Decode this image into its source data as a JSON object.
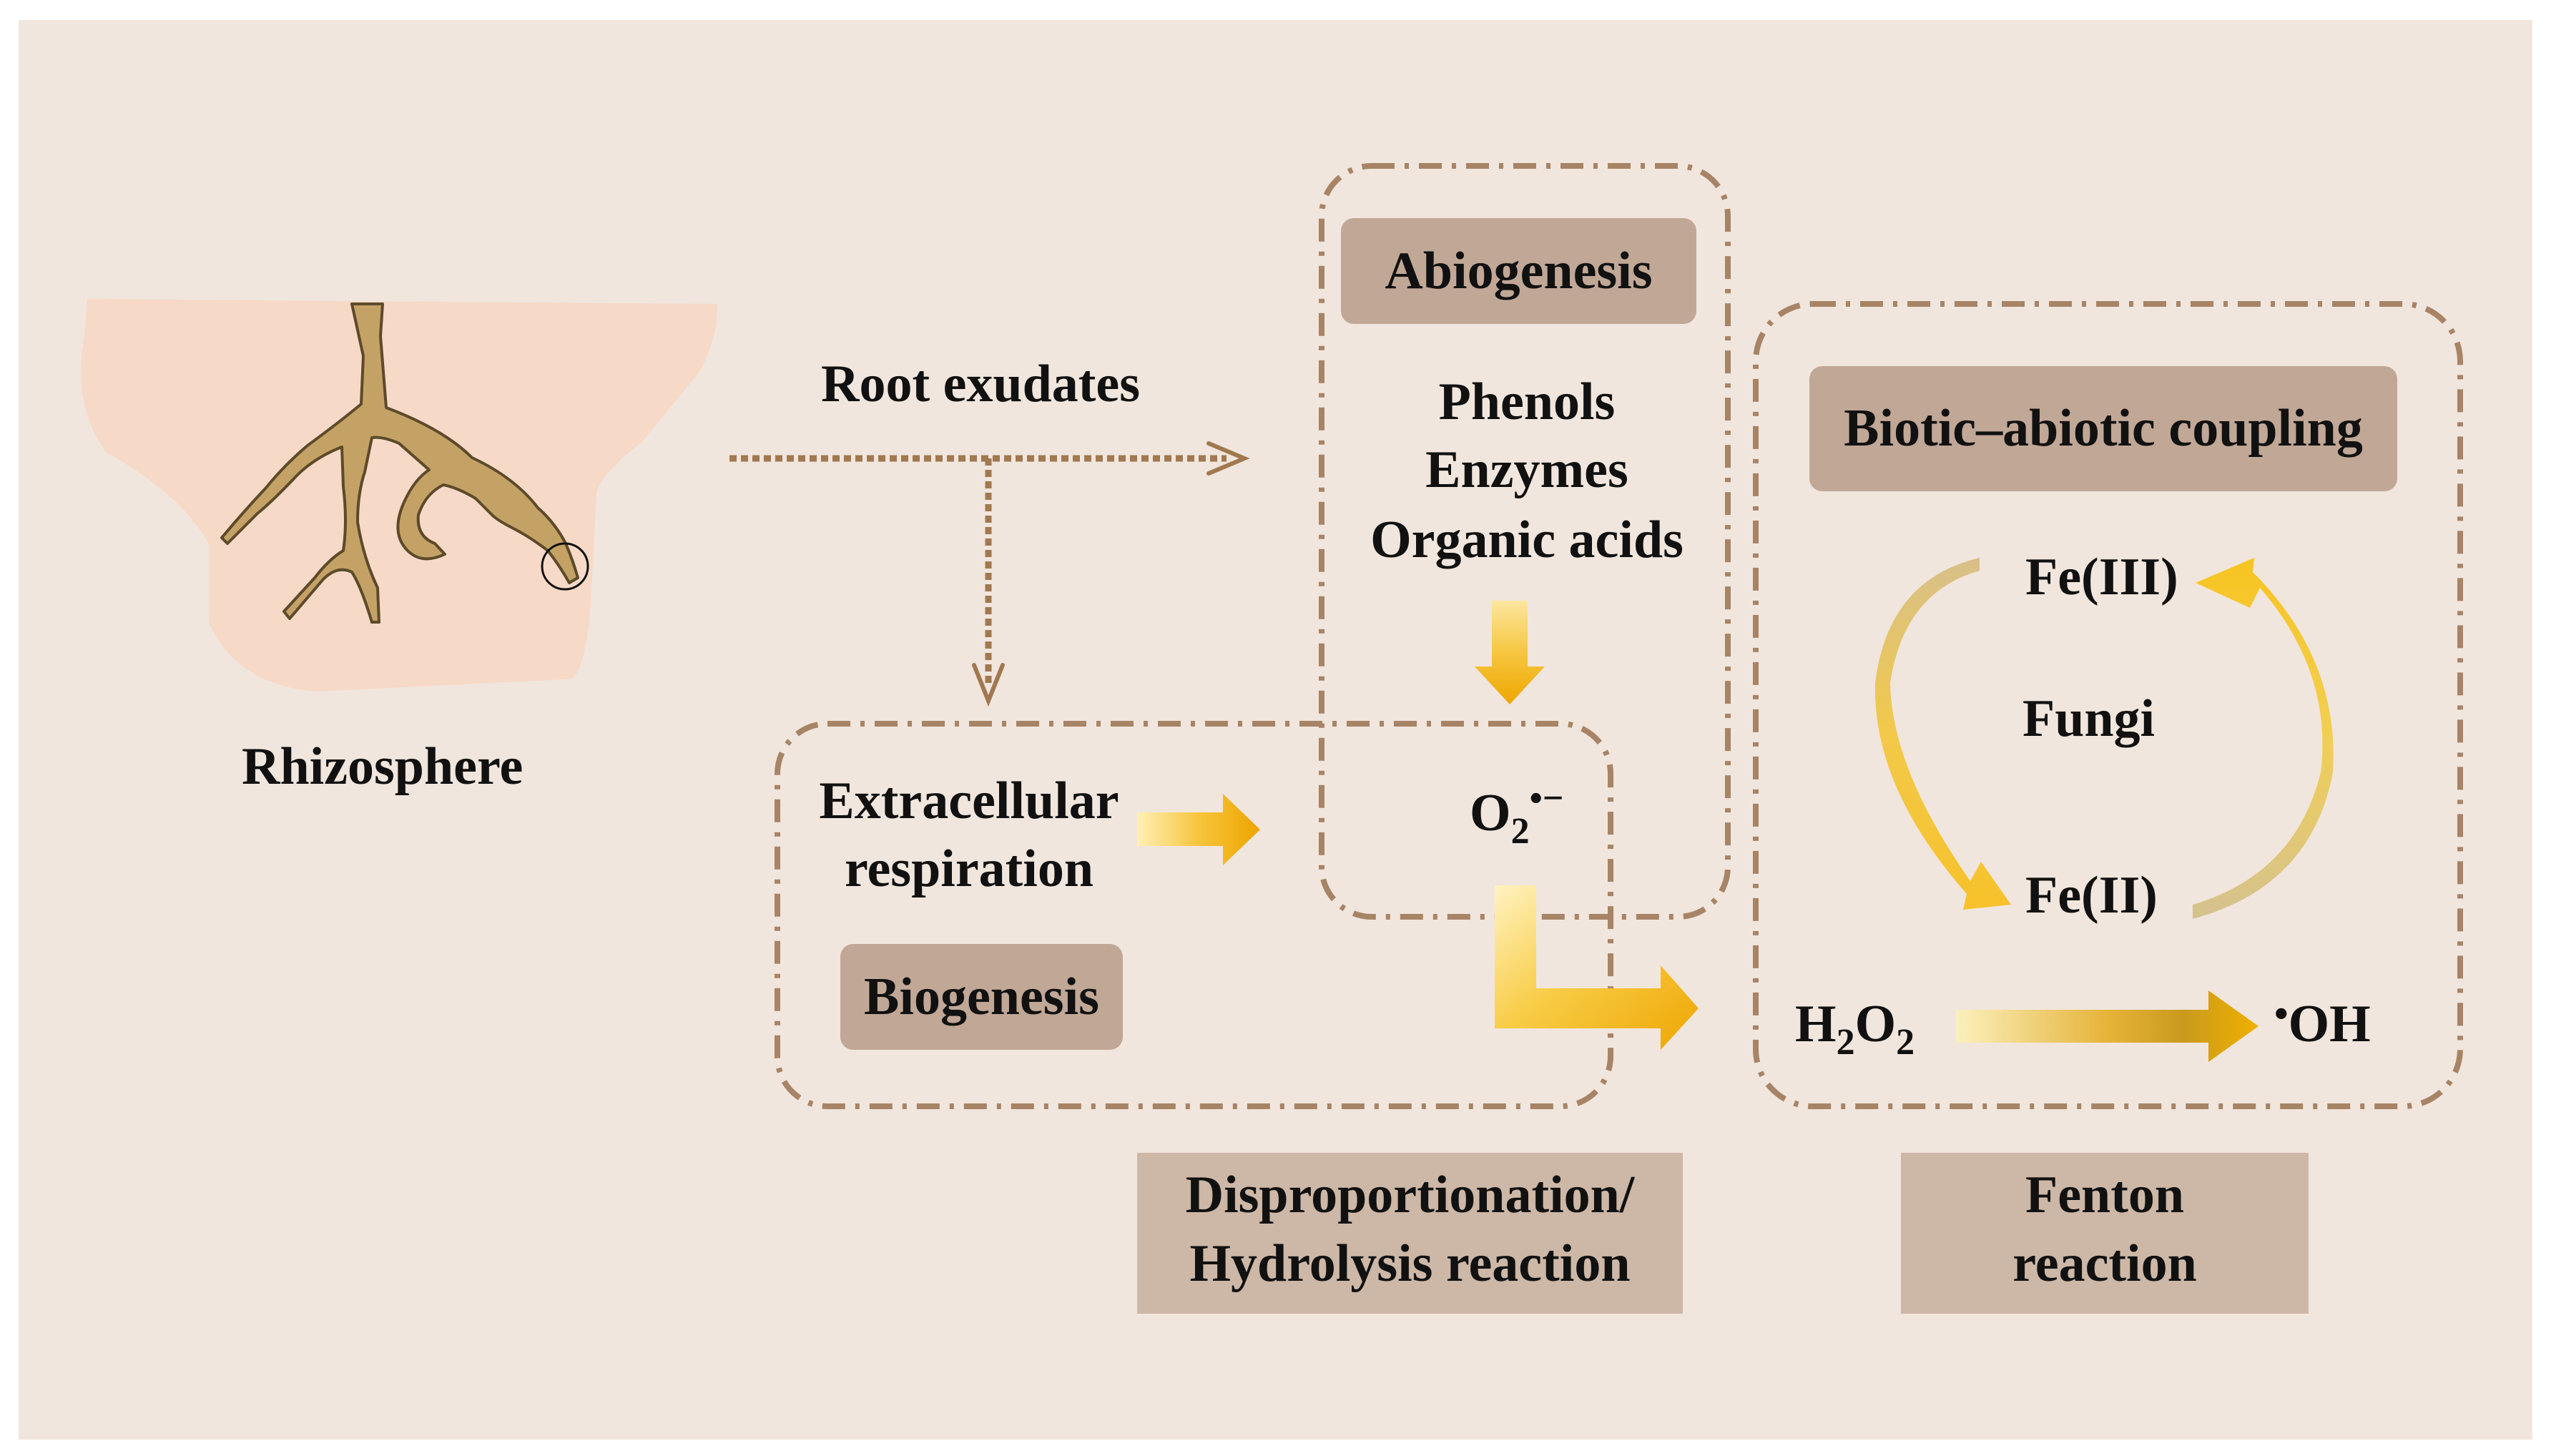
{
  "rhizosphere_label": "Rhizosphere",
  "root_exudates_label": "Root exudates",
  "abiogenesis": {
    "title": "Abiogenesis",
    "items": [
      "Phenols",
      "Enzymes",
      "Organic acids"
    ]
  },
  "biogenesis": {
    "title": "Biogenesis",
    "process_line1": "Extracellular",
    "process_line2": "respiration"
  },
  "superoxide": {
    "base": "O",
    "sub": "2",
    "sup": "•−"
  },
  "biotic_abiotic": {
    "title": "Biotic–abiotic coupling",
    "fe3": "Fe(III)",
    "fe2": "Fe(II)",
    "fungi": "Fungi"
  },
  "h2o2": {
    "h": "H",
    "h_sub": "2",
    "o": "O",
    "o_sub": "2"
  },
  "hydroxyl": {
    "dot": "•",
    "text": "OH"
  },
  "caption_left": {
    "line1": "Disproportionation/",
    "line2": "Hydrolysis reaction"
  },
  "caption_right": {
    "line1": "Fenton",
    "line2": "reaction"
  },
  "colors": {
    "background": "#f1e6dd",
    "soil": "#f6d9c7",
    "root": "#c4a266",
    "dashed_border": "#a78466",
    "arrow_gold": "#f2b400",
    "label_box": "#c1a796"
  }
}
